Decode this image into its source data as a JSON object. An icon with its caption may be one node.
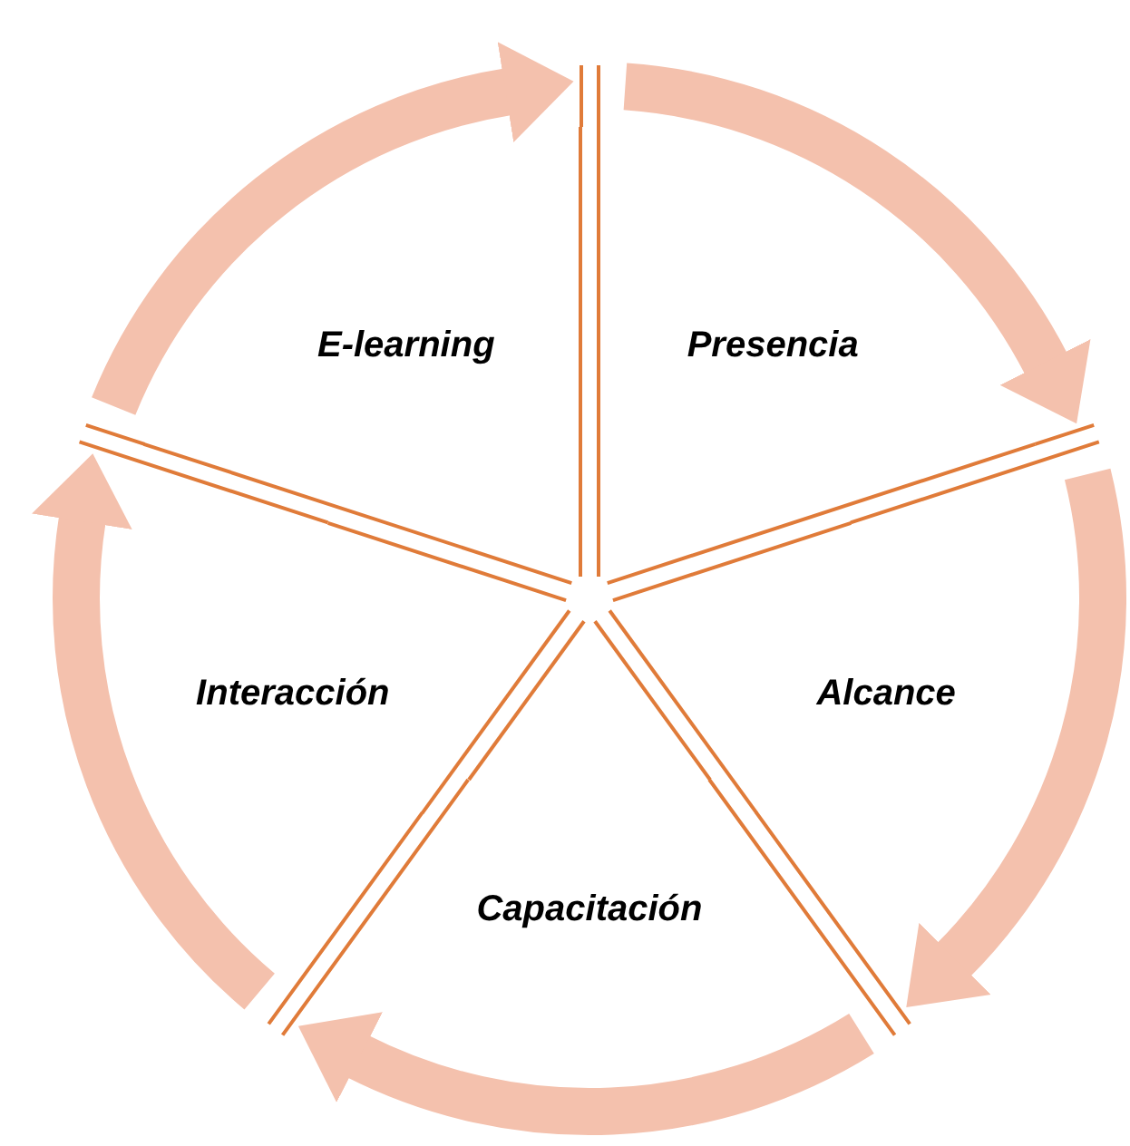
{
  "diagram": {
    "nodes": [
      {
        "text": [
          "E-learning"
        ]
      },
      {
        "text": [
          "Presencia"
        ]
      },
      {
        "text": [
          "Interacción"
        ]
      },
      {
        "text": [
          "Alcance"
        ]
      },
      {
        "text": [
          "Capacitación"
        ]
      }
    ],
    "edges": [
      {
        "from": 0,
        "to": 1,
        "arrow": "to"
      },
      {
        "from": 1,
        "to": 3,
        "arrow": "to"
      },
      {
        "from": 3,
        "to": 4,
        "arrow": "to"
      },
      {
        "from": 4,
        "to": 2,
        "arrow": "to"
      },
      {
        "from": 2,
        "to": 0,
        "arrow": "to"
      }
    ]
  }
}
